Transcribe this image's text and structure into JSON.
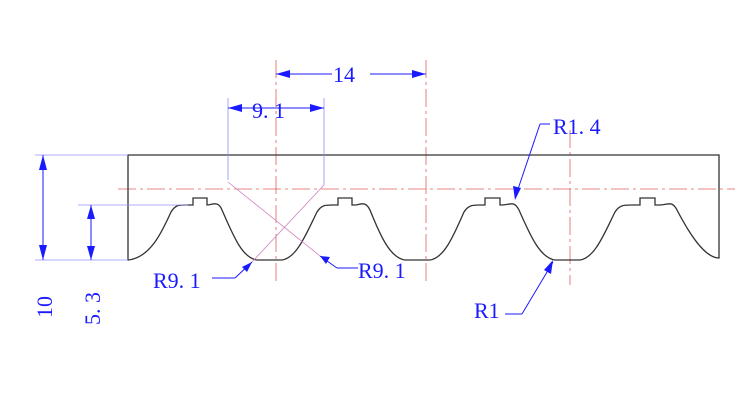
{
  "dimensions": {
    "pitch": "14",
    "tooth_width": "9. 1",
    "total_height": "10",
    "tooth_height": "5. 3",
    "radius_top_land": "R1. 4",
    "radius_root": "R1",
    "radius_flank_left": "R9. 1",
    "radius_flank_right": "R9. 1"
  },
  "colors": {
    "outline": "#333333",
    "dimension": "#1a1aff",
    "centerline": "#e06060",
    "leader": "#d080c0"
  }
}
